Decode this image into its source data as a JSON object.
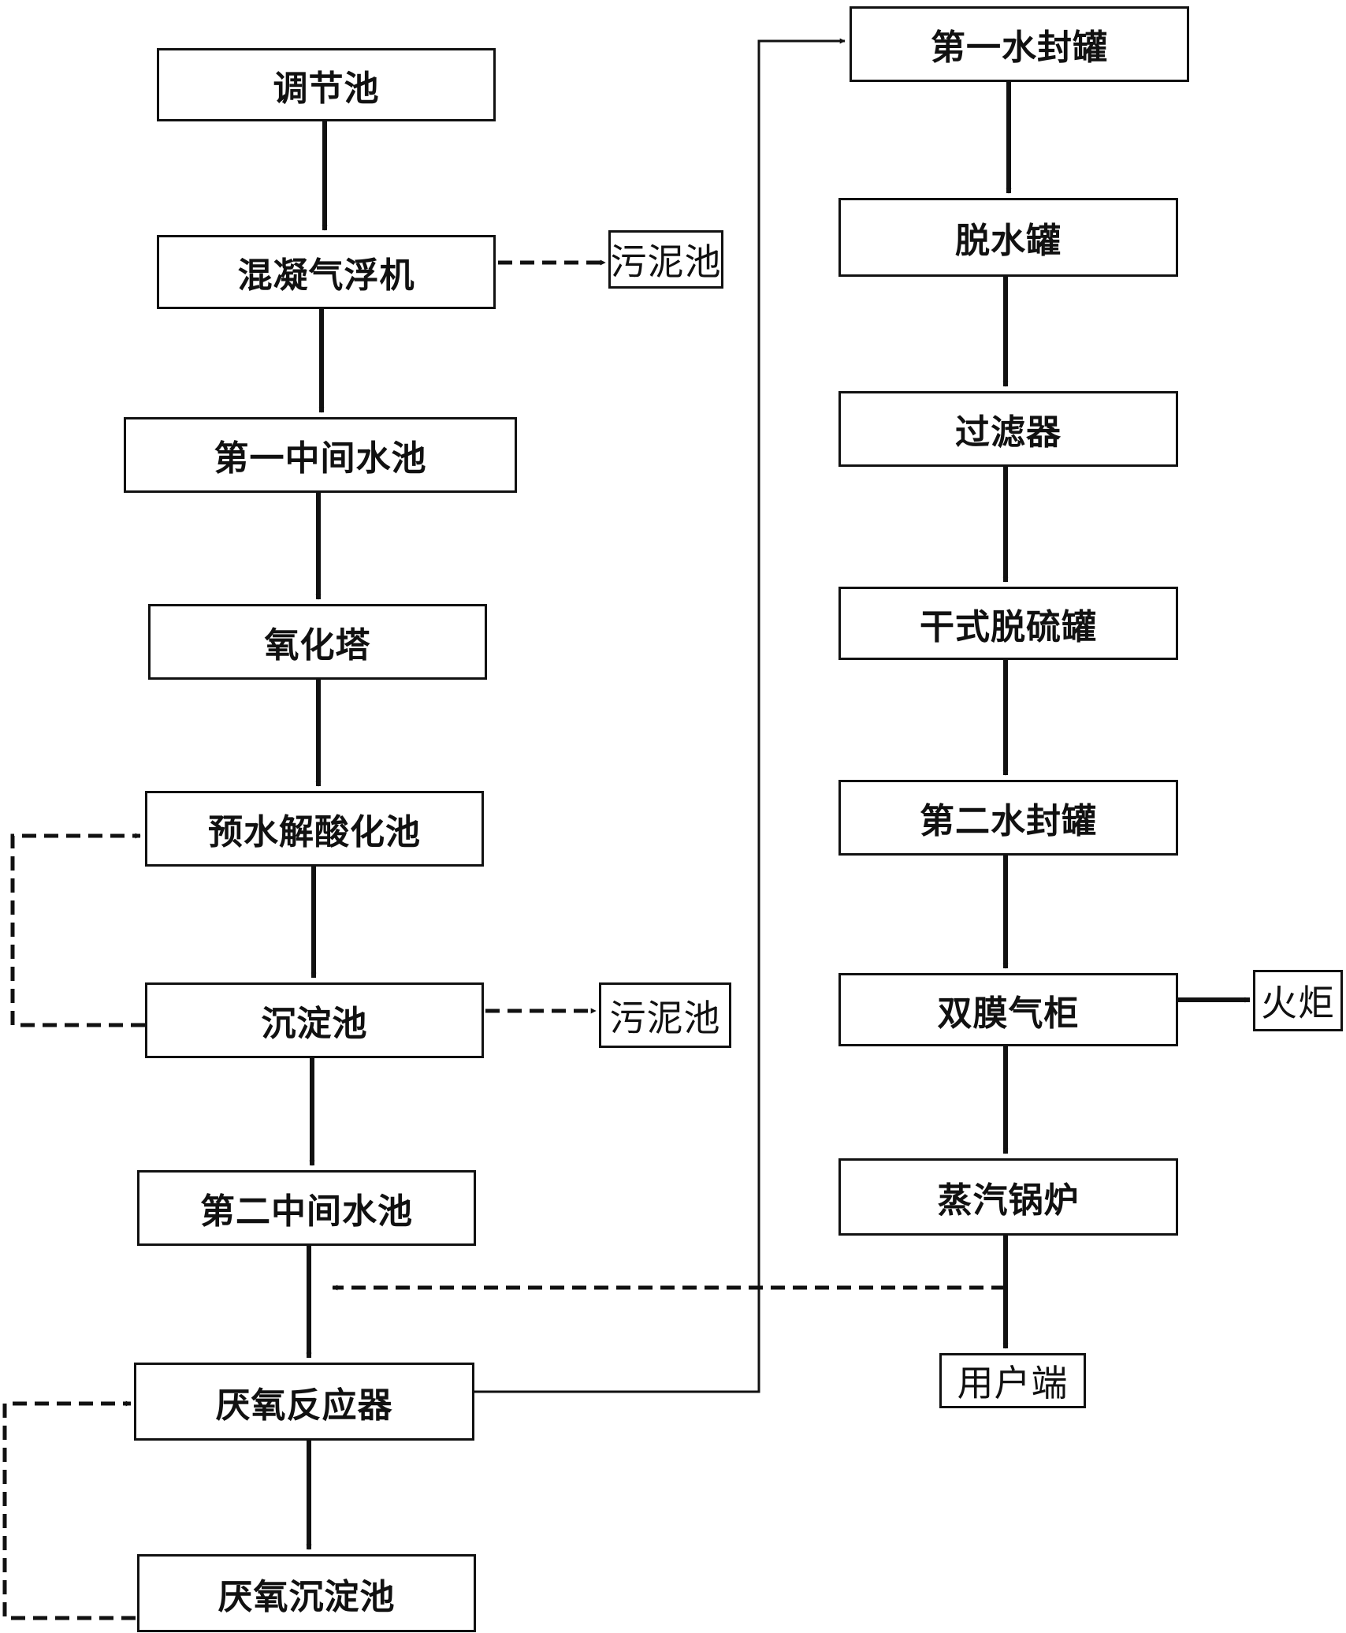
{
  "colors": {
    "line": "#111111",
    "background": "#ffffff"
  },
  "left_column": {
    "regulating_tank": "调节池",
    "coag_flotation": "混凝气浮机",
    "intermediate_tank_1": "第一中间水池",
    "oxidation_tower": "氧化塔",
    "prehydrolysis_tank": "预水解酸化池",
    "settling_tank": "沉淀池",
    "intermediate_tank_2": "第二中间水池",
    "anaerobic_reactor": "厌氧反应器",
    "anaerobic_settling_tank": "厌氧沉淀池"
  },
  "sludge": {
    "sludge_tank_1": "污泥池",
    "sludge_tank_2": "污泥池"
  },
  "right_column": {
    "water_seal_tank_1": "第一水封罐",
    "dewatering_tank": "脱水罐",
    "filter": "过滤器",
    "dry_desulfurization_tank": "干式脱硫罐",
    "water_seal_tank_2": "第二水封罐",
    "double_membrane_gasholder": "双膜气柜",
    "steam_boiler": "蒸汽锅炉",
    "user_end": "用户端",
    "flare": "火炬"
  }
}
